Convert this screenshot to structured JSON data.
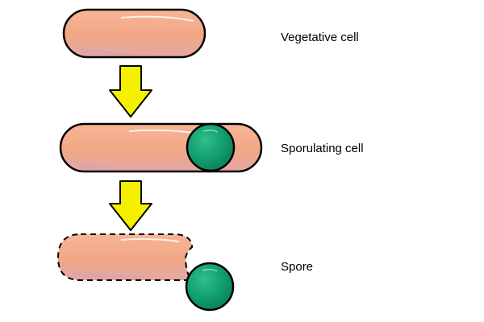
{
  "stages": [
    {
      "label": "Vegetative cell"
    },
    {
      "label": "Sporulating cell"
    },
    {
      "label": "Spore"
    }
  ],
  "colors": {
    "cell_body": "#f2a786",
    "cell_shade": "#d9a0b0",
    "spore": "#0f9a6a",
    "arrow": "#f5ef00",
    "outline": "#000000"
  }
}
